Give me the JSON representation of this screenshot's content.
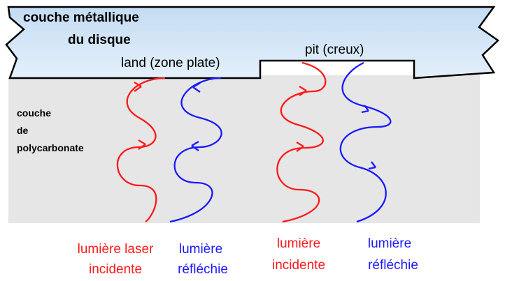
{
  "layers": {
    "metal_line1": "couche métallique",
    "metal_line2": "du disque",
    "polycarbonate_line1": "couche",
    "polycarbonate_line2": "de",
    "polycarbonate_line3": "polycarbonate"
  },
  "regions": {
    "land": "land (zone plate)",
    "pit": "pit (creux)"
  },
  "captions": {
    "land_incident_line1": "lumière laser",
    "land_incident_line2": "incidente",
    "land_reflected_line1": "lumière",
    "land_reflected_line2": "réfléchie",
    "pit_incident_line1": "lumière",
    "pit_incident_line2": "incidente",
    "pit_reflected_line1": "lumière",
    "pit_reflected_line2": "réfléchie"
  },
  "colors": {
    "metal_fill": "#d2e5f7",
    "polycarbonate_fill": "#e6e6e6",
    "incident": "#ff1a1a",
    "reflected": "#1a1aff",
    "outline": "#000000"
  },
  "icons": {
    "arrowhead": "arrowhead-icon"
  }
}
